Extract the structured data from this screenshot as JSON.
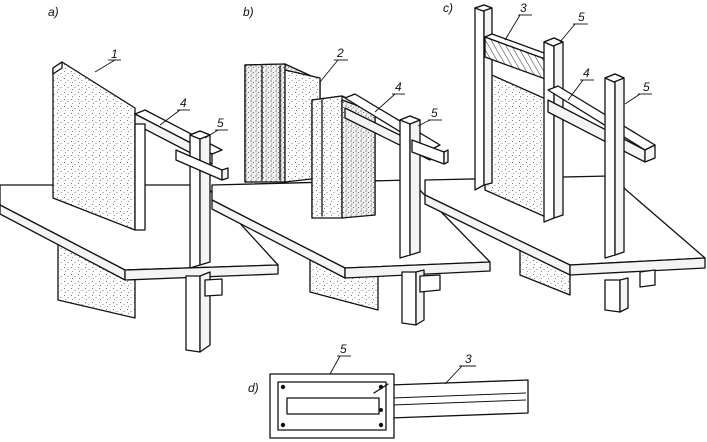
{
  "panels": {
    "a": {
      "letter": "a)"
    },
    "b": {
      "letter": "b)"
    },
    "c": {
      "letter": "c)"
    },
    "d": {
      "letter": "d)"
    }
  },
  "callouts": {
    "a_1": "1",
    "a_4": "4",
    "a_5": "5",
    "b_2": "2",
    "b_4": "4",
    "b_5": "5",
    "c_3": "3",
    "c_5_top": "5",
    "c_4": "4",
    "c_5_right": "5",
    "d_5": "5",
    "d_3": "3"
  },
  "colors": {
    "ink": "#111111",
    "paper": "#ffffff",
    "speckle": "#555555"
  }
}
